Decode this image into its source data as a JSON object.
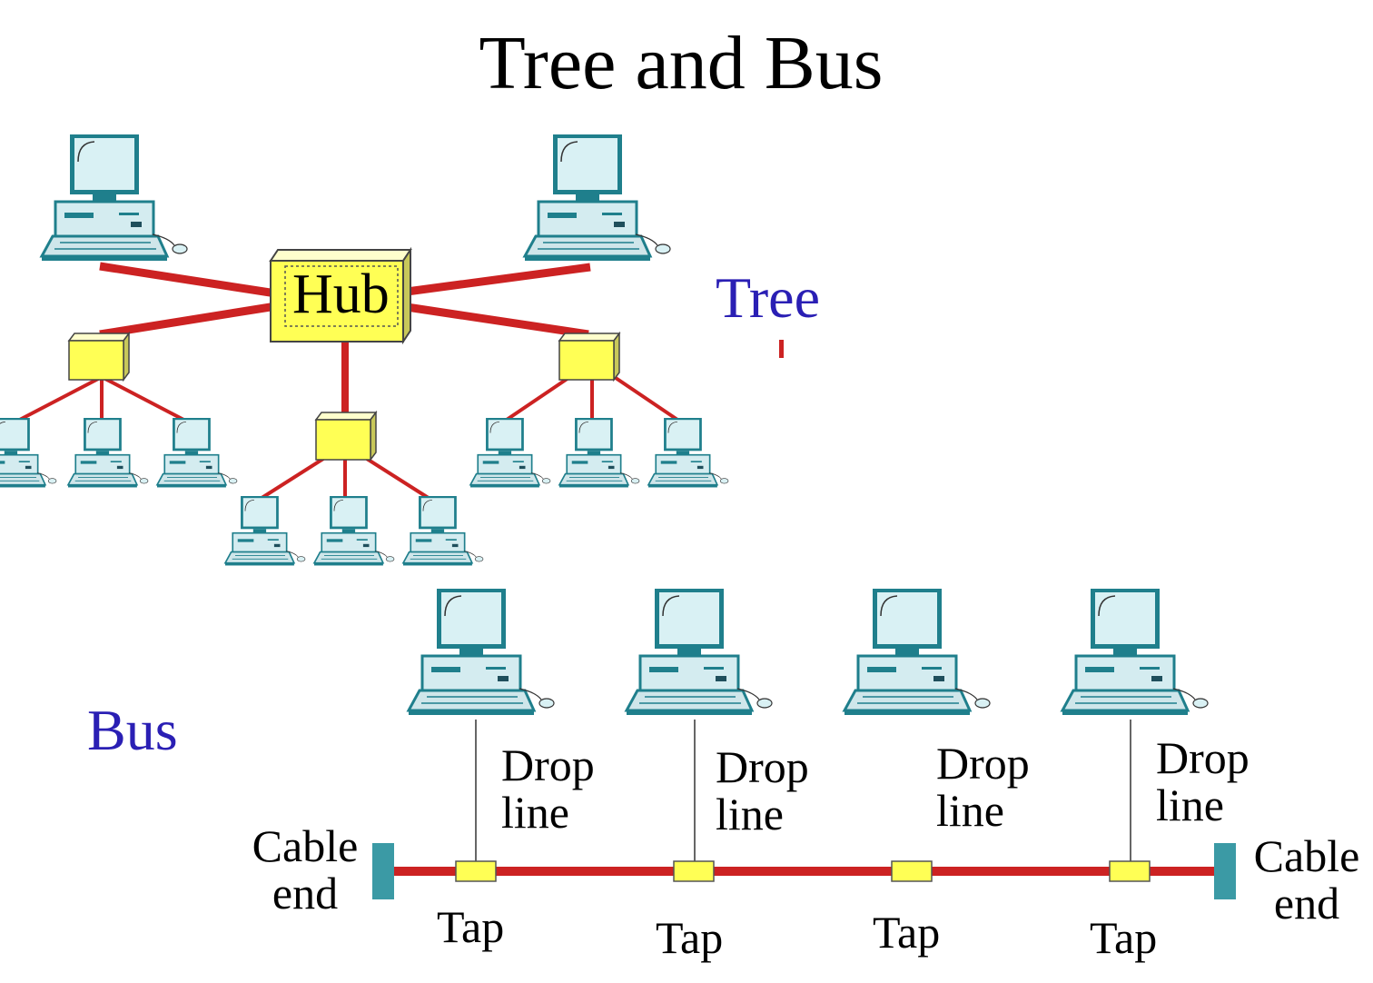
{
  "title": "Tree and Bus",
  "tree": {
    "label": "Tree",
    "hub_label": "Hub"
  },
  "bus": {
    "label": "Bus",
    "drop_line_label": [
      "Drop",
      "line"
    ],
    "tap_label": "Tap",
    "cable_end_label": [
      "Cable",
      "end"
    ]
  },
  "colors": {
    "cable": "#cc2222",
    "hub_fill": "#ffff55",
    "label_blue": "#2a1fb4",
    "computer_body": "#cfe9ee",
    "computer_outline": "#1f7f8c",
    "terminator": "#3b9aa5"
  }
}
